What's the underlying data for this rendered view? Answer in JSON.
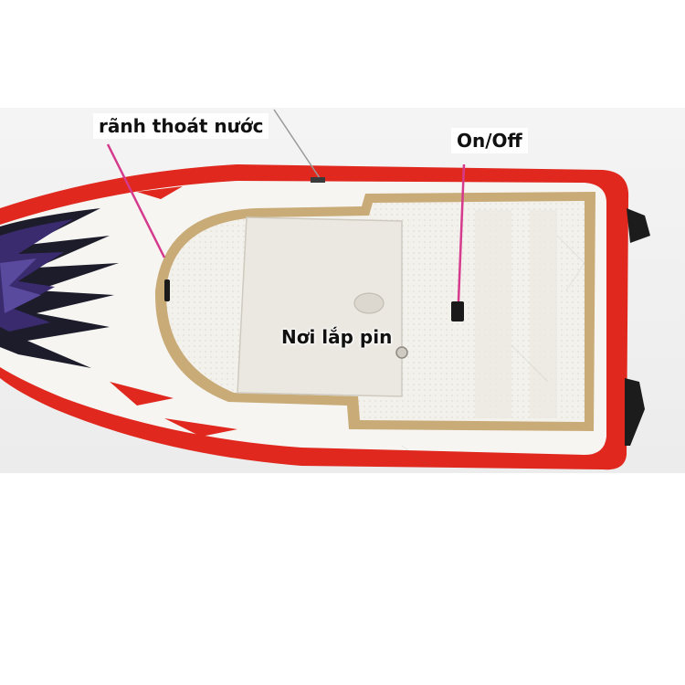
{
  "labels": {
    "drain_channel": "rãnh thoát nước",
    "on_off": "On/Off",
    "battery_compartment": "Nơi lắp pin"
  },
  "colors": {
    "hull_red": "#e0281e",
    "deck_white": "#f4f2ee",
    "trim_gold": "#c9ab78",
    "pointer_magenta": "#d63a8c",
    "decal_purple": "#3a2a6e"
  }
}
